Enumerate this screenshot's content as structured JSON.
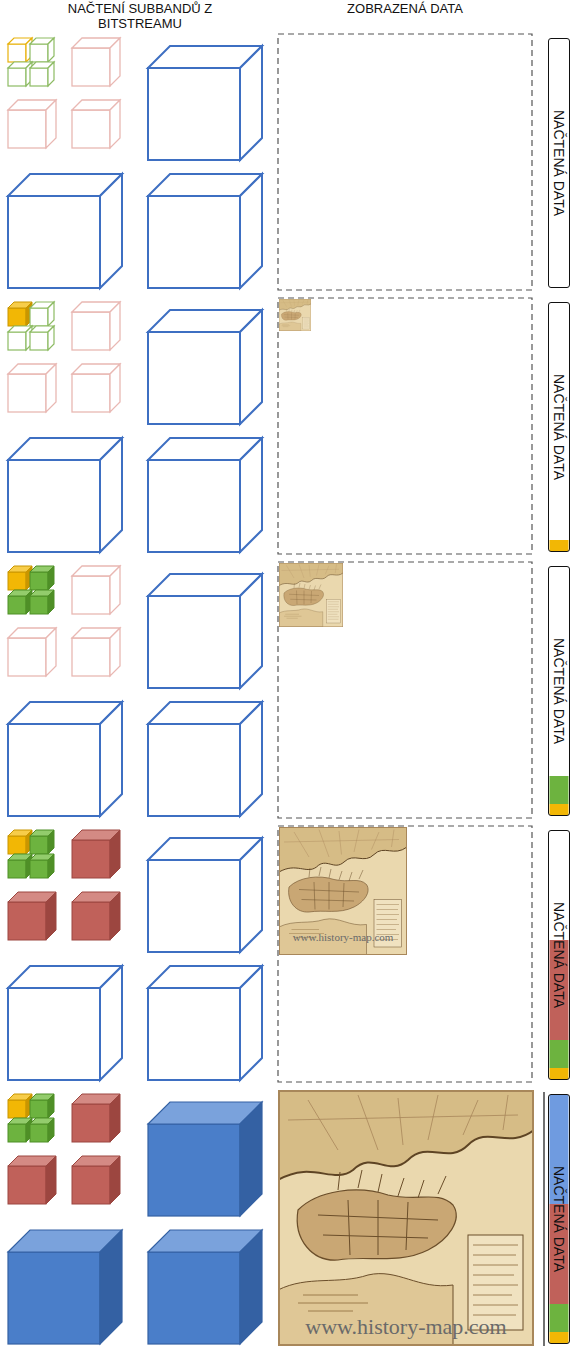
{
  "diagram": {
    "nodes": [
      {
        "text": [
          "NAČTENÁ DATA"
        ]
      },
      {
        "text": [
          "NAČTENÁ DATA"
        ]
      },
      {
        "text": [
          "NAČTENÁ DATA"
        ]
      },
      {
        "text": [
          "NAČTENÁ DATA"
        ]
      },
      {
        "text": [
          "NAČTENÁ DATA"
        ]
      }
    ],
    "labels": [
      "NAČTENÍ SUBBANDŮ Z BITSTREAMU",
      "ZOBRAZENÁ DATA",
      "www.history-map.com",
      "www.history-map.com"
    ]
  }
}
